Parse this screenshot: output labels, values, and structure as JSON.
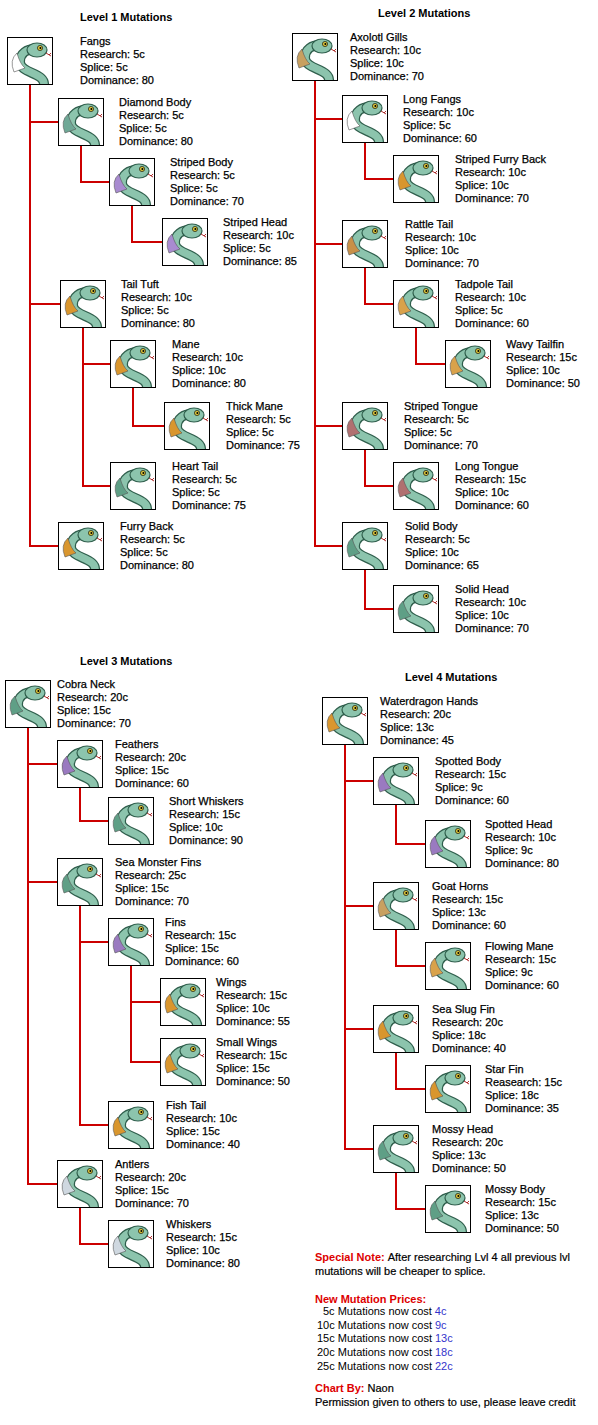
{
  "diagram": {
    "nodes": [
      {
        "text": [
          "Fangs",
          "Research: 5c",
          "Splice: 5c",
          "Dominance: 80"
        ]
      },
      {
        "text": [
          "Diamond Body",
          "Research: 5c",
          "Splice: 5c",
          "Dominance: 80"
        ]
      },
      {
        "text": [
          "Striped Body",
          "Research: 5c",
          "Splice: 5c",
          "Dominance: 70"
        ]
      },
      {
        "text": [
          "Striped Head",
          "Research: 10c",
          "Splice: 5c",
          "Dominance: 85"
        ]
      },
      {
        "text": [
          "Tail Tuft",
          "Research: 10c",
          "Splice: 5c",
          "Dominance: 80"
        ]
      },
      {
        "text": [
          "Mane",
          "Research: 10c",
          "Splice: 10c",
          "Dominance: 80"
        ]
      },
      {
        "text": [
          "Thick Mane",
          "Research: 5c",
          "Splice: 5c",
          "Dominance: 75"
        ]
      },
      {
        "text": [
          "Heart Tail",
          "Research: 5c",
          "Splice: 5c",
          "Dominance: 75"
        ]
      },
      {
        "text": [
          "Furry Back",
          "Research: 5c",
          "Splice: 5c",
          "Dominance: 80"
        ]
      },
      {
        "text": [
          "Axolotl Gills",
          "Research: 10c",
          "Splice: 10c",
          "Dominance: 70"
        ]
      },
      {
        "text": [
          "Long Fangs",
          "Research: 10c",
          "Splice: 5c",
          "Dominance: 60"
        ]
      },
      {
        "text": [
          "Striped Furry Back",
          "Research: 10c",
          "Splice: 10c",
          "Dominance: 70"
        ]
      },
      {
        "text": [
          "Rattle Tail",
          "Research: 10c",
          "Splice: 10c",
          "Dominance: 70"
        ]
      },
      {
        "text": [
          "Tadpole Tail",
          "Research: 10c",
          "Splice: 5c",
          "Dominance: 60"
        ]
      },
      {
        "text": [
          "Wavy Tailfin",
          "Research: 15c",
          "Splice: 10c",
          "Dominance: 50"
        ]
      },
      {
        "text": [
          "Striped Tongue",
          "Research: 5c",
          "Splice: 5c",
          "Dominance: 70"
        ]
      },
      {
        "text": [
          "Long Tongue",
          "Research: 15c",
          "Splice: 10c",
          "Dominance: 60"
        ]
      },
      {
        "text": [
          "Solid Body",
          "Research: 5c",
          "Splice: 10c",
          "Dominance: 65"
        ]
      },
      {
        "text": [
          "Solid Head",
          "Research: 10c",
          "Splice: 10c",
          "Dominance: 70"
        ]
      },
      {
        "text": [
          "Cobra Neck",
          "Research: 20c",
          "Splice: 15c",
          "Dominance: 70"
        ]
      },
      {
        "text": [
          "Feathers",
          "Research: 20c",
          "Splice: 15c",
          "Dominance: 60"
        ]
      },
      {
        "text": [
          "Short Whiskers",
          "Research: 15c",
          "Splice: 10c",
          "Dominance: 90"
        ]
      },
      {
        "text": [
          "Sea Monster Fins",
          "Research: 25c",
          "Splice: 15c",
          "Dominance: 70"
        ]
      },
      {
        "text": [
          "Fins",
          "Research: 15c",
          "Splice: 15c",
          "Dominance: 60"
        ]
      },
      {
        "text": [
          "Wings",
          "Research: 15c",
          "Splice: 10c",
          "Dominance: 55"
        ]
      },
      {
        "text": [
          "Small Wings",
          "Research: 15c",
          "Splice: 15c",
          "Dominance: 50"
        ]
      },
      {
        "text": [
          "Fish Tail",
          "Research: 10c",
          "Splice: 15c",
          "Dominance: 40"
        ]
      },
      {
        "text": [
          "Antlers",
          "Research: 20c",
          "Splice: 15c",
          "Dominance: 70"
        ]
      },
      {
        "text": [
          "Whiskers",
          "Research: 15c",
          "Splice: 10c",
          "Dominance: 80"
        ]
      },
      {
        "text": [
          "Waterdragon Hands",
          "Research: 20c",
          "Splice: 13c",
          "Dominance: 45"
        ]
      },
      {
        "text": [
          "Spotted Body",
          "Research: 15c",
          "Splice: 9c",
          "Dominance: 60"
        ]
      },
      {
        "text": [
          "Spotted Head",
          "Research: 10c",
          "Splice: 9c",
          "Dominance: 80"
        ]
      },
      {
        "text": [
          "Goat Horns",
          "Research: 15c",
          "Splice: 13c",
          "Dominance: 60"
        ]
      },
      {
        "text": [
          "Flowing Mane",
          "Research: 15c",
          "Splice: 9c",
          "Dominance: 60"
        ]
      },
      {
        "text": [
          "Sea Slug Fin",
          "Research: 20c",
          "Splice: 18c",
          "Dominance: 40"
        ]
      },
      {
        "text": [
          "Star Fin",
          "Reasearch: 15c",
          "Splice: 18c",
          "Dominance: 35"
        ]
      },
      {
        "text": [
          "Mossy Head",
          "Research: 20c",
          "Splice: 13c",
          "Dominance: 50"
        ]
      },
      {
        "text": [
          "Mossy Body",
          "Research: 15c",
          "Splice: 13c",
          "Dominance: 50"
        ]
      }
    ],
    "edges": [
      {
        "from": 0,
        "to": 1,
        "arrow": "none"
      },
      {
        "from": 1,
        "to": 2,
        "arrow": "none"
      },
      {
        "from": 2,
        "to": 3,
        "arrow": "none"
      },
      {
        "from": 0,
        "to": 4,
        "arrow": "none"
      },
      {
        "from": 4,
        "to": 5,
        "arrow": "none"
      },
      {
        "from": 5,
        "to": 6,
        "arrow": "none"
      },
      {
        "from": 4,
        "to": 7,
        "arrow": "none"
      },
      {
        "from": 0,
        "to": 8,
        "arrow": "none"
      },
      {
        "from": 9,
        "to": 10,
        "arrow": "none"
      },
      {
        "from": 10,
        "to": 11,
        "arrow": "none"
      },
      {
        "from": 9,
        "to": 12,
        "arrow": "none"
      },
      {
        "from": 12,
        "to": 13,
        "arrow": "none"
      },
      {
        "from": 13,
        "to": 14,
        "arrow": "none"
      },
      {
        "from": 9,
        "to": 15,
        "arrow": "none"
      },
      {
        "from": 15,
        "to": 16,
        "arrow": "none"
      },
      {
        "from": 9,
        "to": 17,
        "arrow": "none"
      },
      {
        "from": 17,
        "to": 18,
        "arrow": "none"
      },
      {
        "from": 19,
        "to": 20,
        "arrow": "none"
      },
      {
        "from": 20,
        "to": 21,
        "arrow": "none"
      },
      {
        "from": 19,
        "to": 22,
        "arrow": "none"
      },
      {
        "from": 22,
        "to": 23,
        "arrow": "none"
      },
      {
        "from": 23,
        "to": 24,
        "arrow": "none"
      },
      {
        "from": 23,
        "to": 25,
        "arrow": "none"
      },
      {
        "from": 22,
        "to": 26,
        "arrow": "none"
      },
      {
        "from": 19,
        "to": 27,
        "arrow": "none"
      },
      {
        "from": 27,
        "to": 28,
        "arrow": "none"
      },
      {
        "from": 29,
        "to": 30,
        "arrow": "none"
      },
      {
        "from": 30,
        "to": 31,
        "arrow": "none"
      },
      {
        "from": 29,
        "to": 32,
        "arrow": "none"
      },
      {
        "from": 32,
        "to": 33,
        "arrow": "none"
      },
      {
        "from": 29,
        "to": 34,
        "arrow": "none"
      },
      {
        "from": 34,
        "to": 35,
        "arrow": "none"
      },
      {
        "from": 29,
        "to": 36,
        "arrow": "none"
      },
      {
        "from": 36,
        "to": 37,
        "arrow": "none"
      }
    ],
    "labels": [
      "Level 1 Mutations",
      "Level 2 Mutations",
      "Level 3 Mutations",
      "Level 4 Mutations",
      "Special Note:",
      "After researching Lvl 4 all previous lvl mutations will be cheaper to splice.",
      "New Mutation Prices:",
      "5c Mutations now cost",
      "4c",
      "10c Mutations now cost",
      "9c",
      "15c Mutations now cost",
      "13c",
      "20c Mutations now cost",
      "18c",
      "25c Mutations now cost",
      "22c",
      "Chart By:",
      "Naon",
      "Permission given to others to use, please leave credit"
    ]
  }
}
